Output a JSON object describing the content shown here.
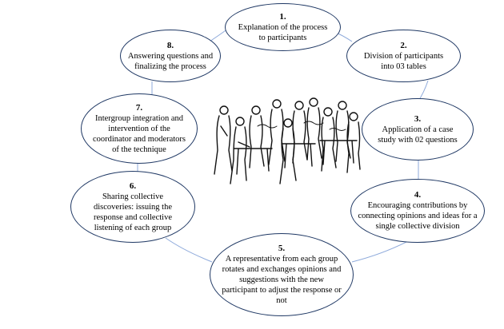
{
  "steps": [
    {
      "number": "1.",
      "text": "Explanation of the process to participants"
    },
    {
      "number": "2.",
      "text": "Division of participants into 03 tables"
    },
    {
      "number": "3.",
      "text": "Application of a case study with 02 questions"
    },
    {
      "number": "4.",
      "text": "Encouraging contributions by connecting opinions and ideas for a single collective division"
    },
    {
      "number": "5.",
      "text": "A representative from each group rotates and exchanges opinions and suggestions with the new participant to adjust the response or not"
    },
    {
      "number": "6.",
      "text": "Sharing collective discoveries: issuing the response and collective listening of each group"
    },
    {
      "number": "7.",
      "text": "Intergroup integration and intervention of the coordinator and moderators of the technique"
    },
    {
      "number": "8.",
      "text": "Answering questions and finalizing the process"
    }
  ],
  "illustration": {
    "icon": "people-at-tables-icon"
  },
  "colors": {
    "border": "#1f3864",
    "connector": "#8eaadb"
  }
}
